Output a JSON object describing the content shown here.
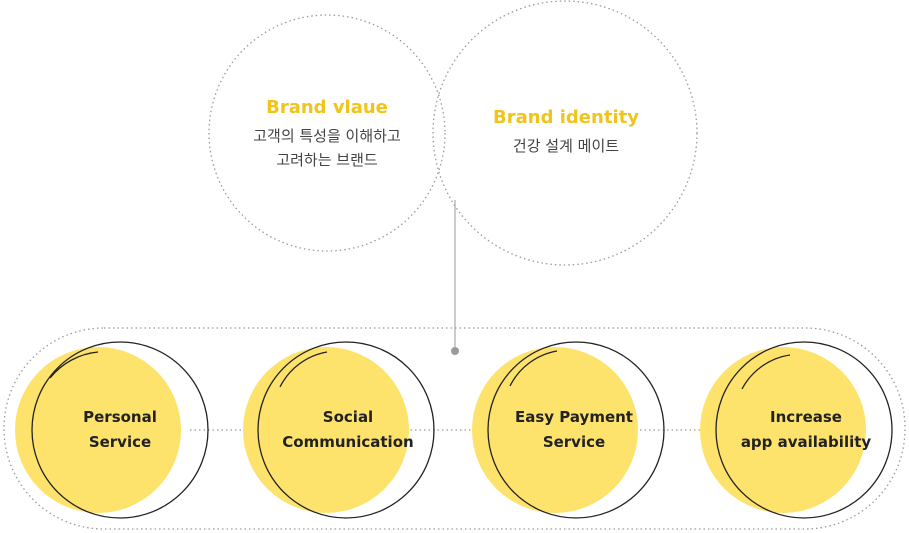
{
  "brand_value": {
    "title": "Brand vlaue",
    "line1": "고객의 특성을 이해하고",
    "line2": "고려하는 브랜드"
  },
  "brand_identity": {
    "title": "Brand identity",
    "line1": "건강 설계 메이트"
  },
  "services": [
    {
      "line1": "Personal",
      "line2": "Service"
    },
    {
      "line1": "Social",
      "line2": "Communication"
    },
    {
      "line1": "Easy Payment",
      "line2": "Service"
    },
    {
      "line1": "Increase",
      "line2": "app availability"
    }
  ],
  "colors": {
    "accent": "#f0c419",
    "service_fill": "#fde36b",
    "outline": "#222222",
    "dotted": "#9a9a9a"
  }
}
